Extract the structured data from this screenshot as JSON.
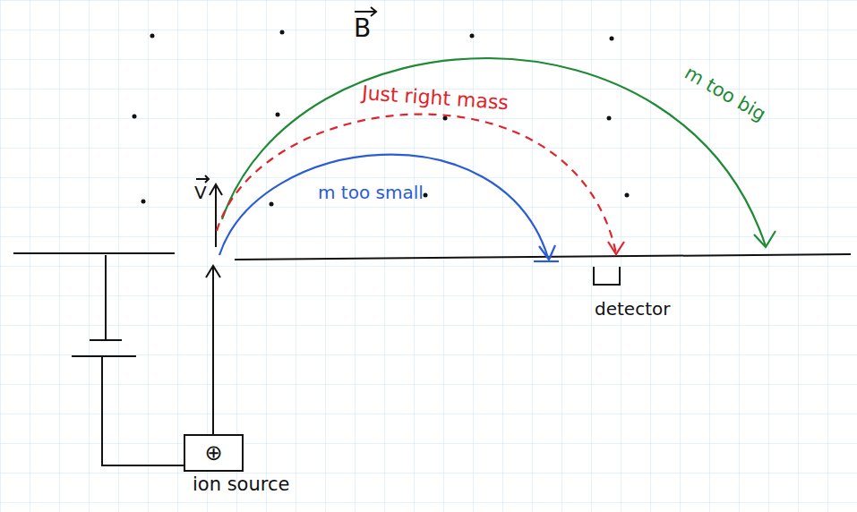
{
  "diagram": {
    "nodes": [
      {
        "text": [
          "⊕",
          "ion source"
        ]
      }
    ],
    "labels": [
      "B",
      "V",
      "Just right mass",
      "m too small",
      "m too big",
      "detector"
    ]
  }
}
